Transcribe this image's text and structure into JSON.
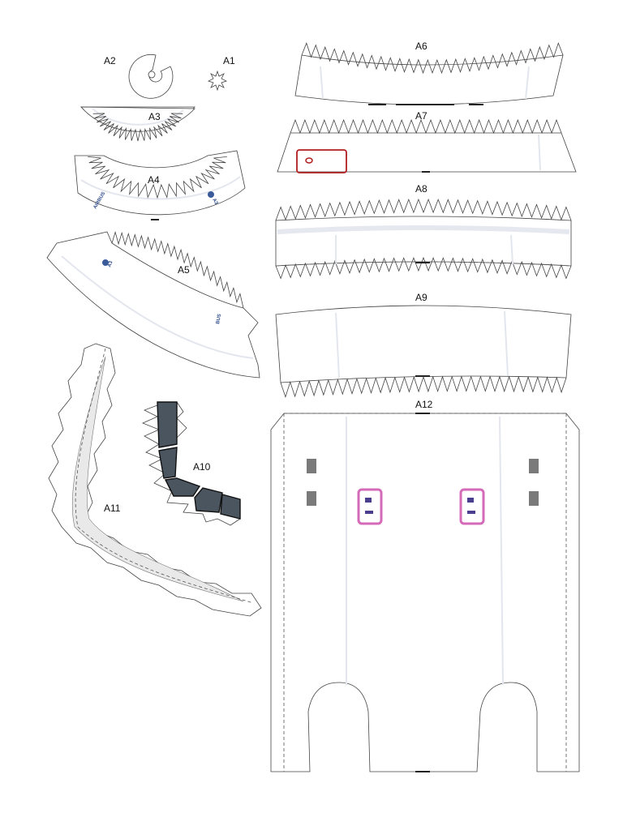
{
  "parts": [
    {
      "id": "A1",
      "label": "A1"
    },
    {
      "id": "A2",
      "label": "A2"
    },
    {
      "id": "A3",
      "label": "A3"
    },
    {
      "id": "A4",
      "label": "A4"
    },
    {
      "id": "A5",
      "label": "A5"
    },
    {
      "id": "A6",
      "label": "A6"
    },
    {
      "id": "A7",
      "label": "A7"
    },
    {
      "id": "A8",
      "label": "A8"
    },
    {
      "id": "A9",
      "label": "A9"
    },
    {
      "id": "A10",
      "label": "A10"
    },
    {
      "id": "A11",
      "label": "A11"
    },
    {
      "id": "A12",
      "label": "A12"
    }
  ],
  "printed_marks": {
    "a4_left": "AIRBUS",
    "a4_right": "A3",
    "a5_left": "A3",
    "a5_right": "BUS"
  },
  "colors": {
    "outline": "#444444",
    "window_red": "#b01e1e",
    "door_pink": "#d46ab8",
    "door_window": "#4a3f8f",
    "dark_panel": "#4a5560",
    "light_panel": "#e9e9e9",
    "grey_marker": "#7a7a7a"
  }
}
